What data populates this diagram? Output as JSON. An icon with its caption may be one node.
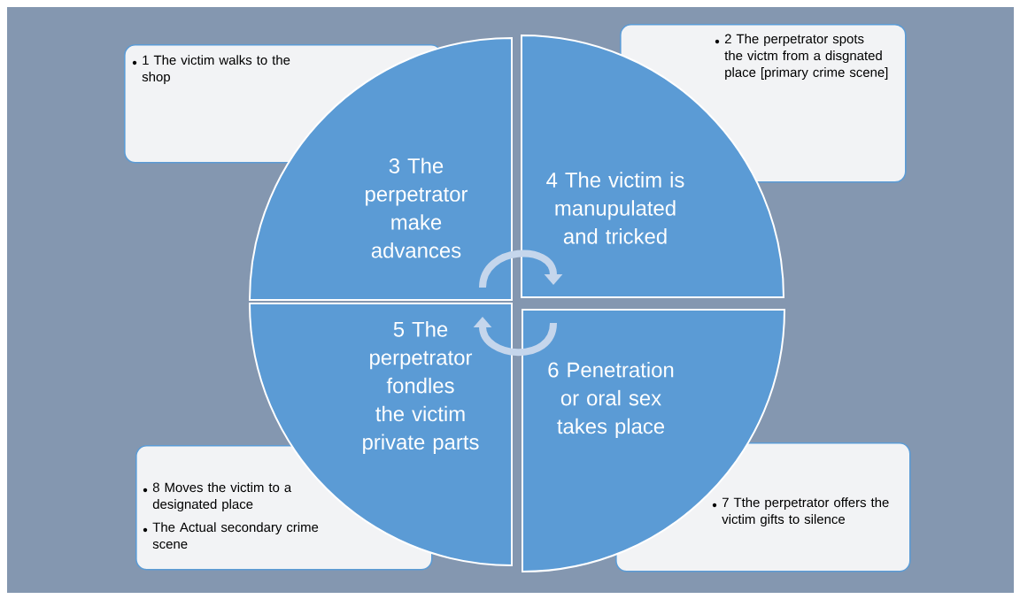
{
  "diagram": {
    "nodes": [
      {
        "text": [
          "1  The victim walks to the shop"
        ]
      },
      {
        "text": [
          "2 The perpetrator spots the victm from a disgnated place [primary crime scene]"
        ]
      },
      {
        "text": [
          "3 The perpetrator make advances"
        ]
      },
      {
        "text": [
          "4 The victim is manupulated and tricked"
        ]
      },
      {
        "text": [
          "5 The perpetrator fondles the victim private parts"
        ]
      },
      {
        "text": [
          "6 Penetration or oral sex takes place"
        ]
      },
      {
        "text": [
          "8 Moves the victim to a designated place",
          "The Actual secondary crime scene"
        ]
      },
      {
        "text": [
          "7 Tthe perpetrator offers the victim gifts to silence"
        ]
      }
    ],
    "edges": [
      {
        "from": 2,
        "to": 3,
        "arrow": "to"
      },
      {
        "from": 5,
        "to": 4,
        "arrow": "to"
      }
    ]
  }
}
